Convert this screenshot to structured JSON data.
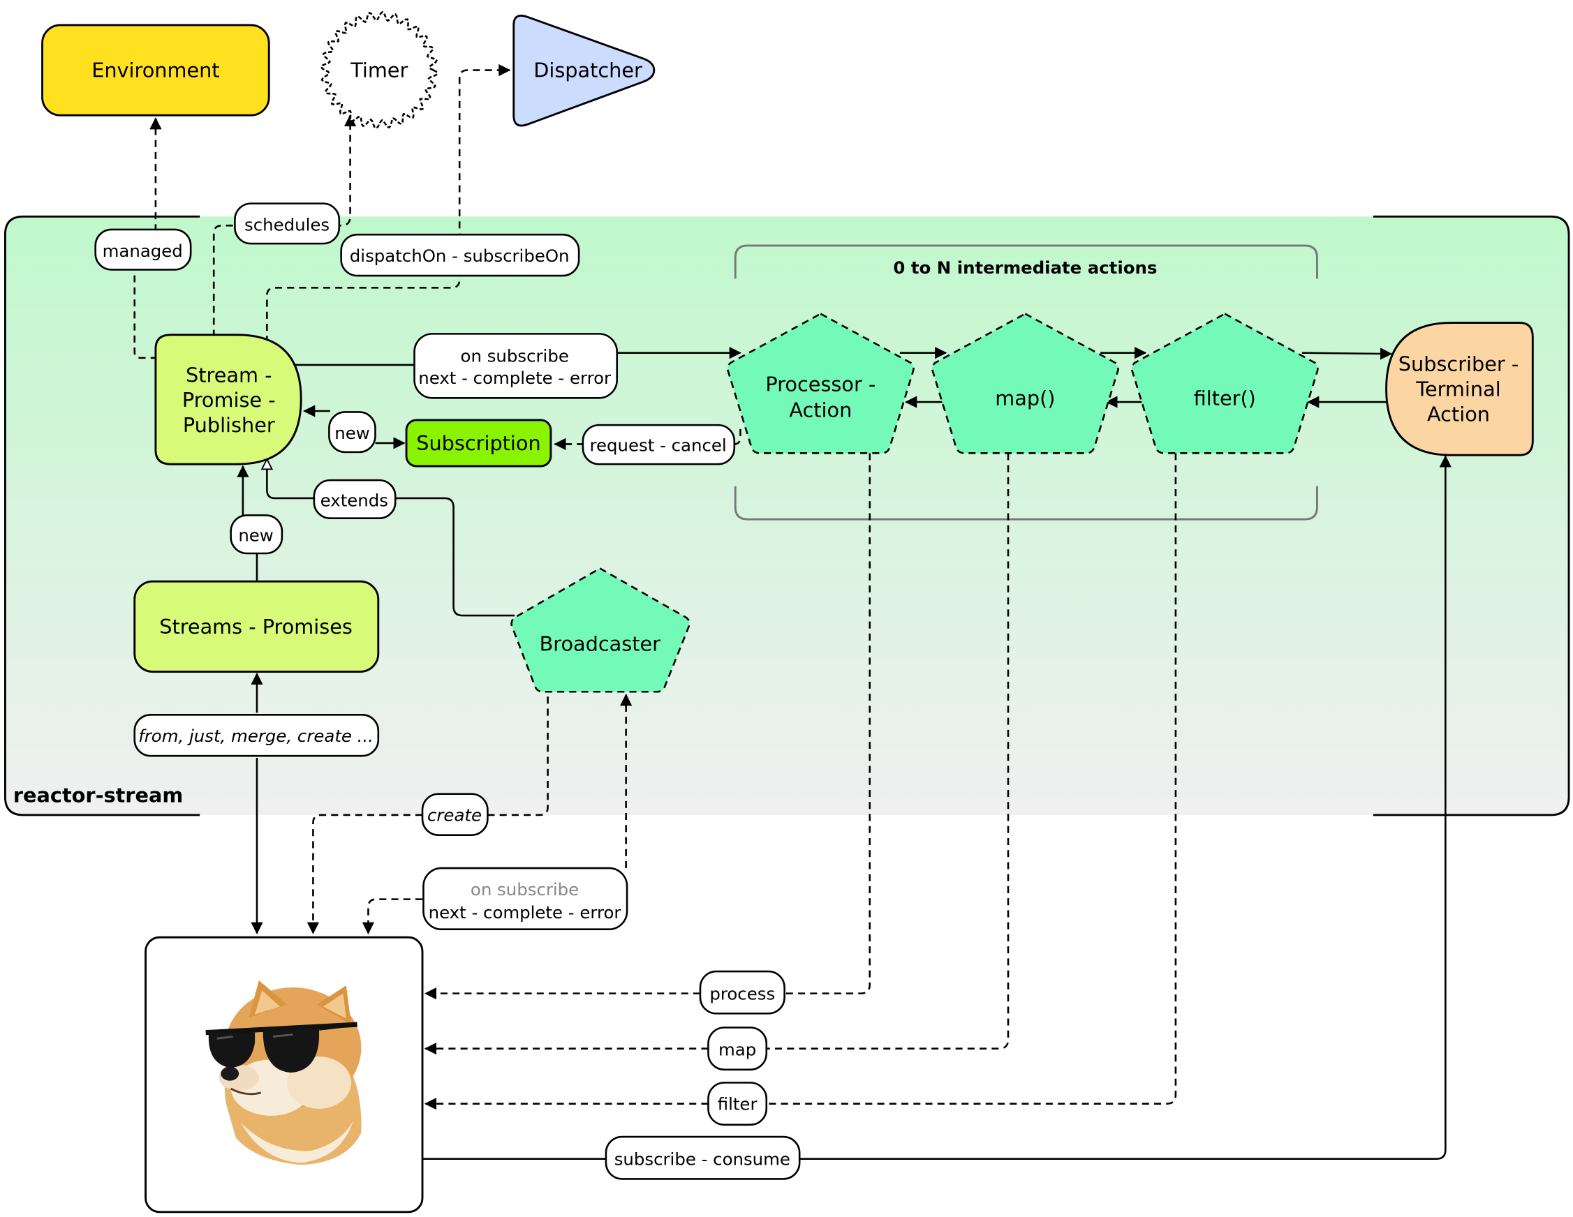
{
  "colors": {
    "environment": "#ffe11f",
    "dispatcher": "#cbdcff",
    "stream": "#d7fa78",
    "subscription": "#8af300",
    "action": "#74fab8",
    "subscriber": "#fbd6a3",
    "region_top": "#c0f8cc",
    "region_bottom": "#f0f0f0"
  },
  "icons": {
    "user": "doge-icon"
  },
  "region": {
    "title": "reactor-stream"
  },
  "intermediate": {
    "title": "0 to N intermediate actions"
  },
  "nodes": {
    "environment": "Environment",
    "timer": "Timer",
    "dispatcher": "Dispatcher",
    "stream": [
      "Stream -",
      "Promise -",
      "Publisher"
    ],
    "subscription": "Subscription",
    "streams": "Streams - Promises",
    "broadcaster": "Broadcaster",
    "processor": [
      "Processor -",
      "Action"
    ],
    "map": "map()",
    "filter": "filter()",
    "subscriber": [
      "Subscriber -",
      "Terminal",
      "Action"
    ]
  },
  "labels": {
    "managed": "managed",
    "schedules": "schedules",
    "dispatch_on": "dispatchOn - subscribeOn",
    "on_subscribe_1": "on subscribe",
    "on_subscribe_2": "next - complete - error",
    "new_subscription": "new",
    "request_cancel": "request - cancel",
    "extends": "extends",
    "new_stream": "new",
    "from_just": "from, just, merge, create ...",
    "create": "create",
    "user_on_subscribe_1": "on subscribe",
    "user_on_subscribe_2": "next - complete - error",
    "process": "process",
    "map": "map",
    "filter": "filter",
    "subscribe_consume": "subscribe - consume"
  }
}
